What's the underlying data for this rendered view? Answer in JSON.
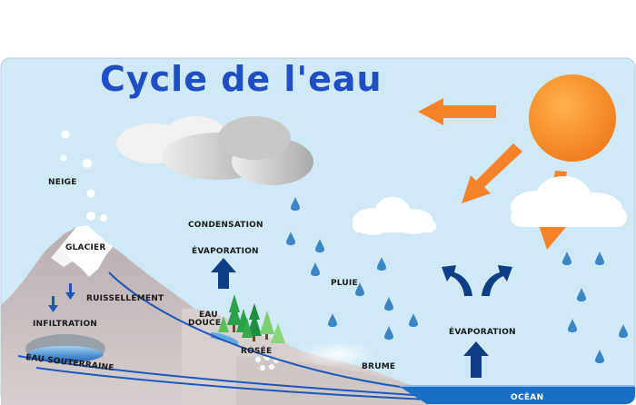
{
  "title": "Cycle de l'eau",
  "labels": {
    "neige": "NEIGE",
    "glacier": "GLACIER",
    "ruissellement": "RUISSELLEMENT",
    "infiltration": "INFILTRATION",
    "eau_souterraine": "EAU SOUTERRAINE",
    "eau_douce_1": "EAU",
    "eau_douce_2": "DOUCE",
    "rosee": "ROSÉE",
    "condensation": "CONDENSATION",
    "evaporation_land": "ÉVAPORATION",
    "pluie": "PLUIE",
    "brume": "BRUME",
    "evaporation_ocean": "ÉVAPORATION",
    "ocean": "OCÉAN"
  },
  "colors": {
    "sky": "#cfe9f7",
    "title": "#1f4fc4",
    "sun": "#f7922f",
    "sun_arrow": "#f7822a",
    "water_arrow": "#0e3f86",
    "rain": "#3d86c6",
    "ocean": "#1a6fc4",
    "mountain": "#c9bfc0",
    "hill": "#d8d0cf",
    "tree": "#2aa14a"
  }
}
